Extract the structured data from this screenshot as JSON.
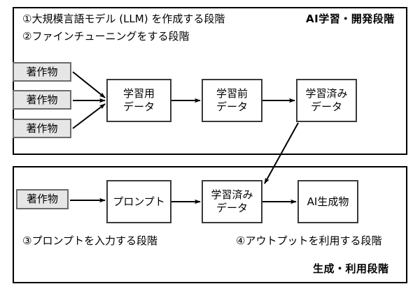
{
  "diagram": {
    "title_upper_phase": "AI学習・開発段階",
    "title_lower_phase": "生成・利用段階",
    "upper_section": {
      "steps": [
        "①大規模言語モデル (LLM) を作成する段階",
        "②ファインチューニングをする段階"
      ],
      "nodes": [
        {
          "id": "src-1",
          "label_lines": [
            "著作物"
          ],
          "style": "shaded"
        },
        {
          "id": "src-2",
          "label_lines": [
            "著作物"
          ],
          "style": "shaded"
        },
        {
          "id": "src-3",
          "label_lines": [
            "著作物"
          ],
          "style": "shaded"
        },
        {
          "id": "training-data",
          "label_lines": [
            "学習用",
            "データ"
          ],
          "style": "plain"
        },
        {
          "id": "pretrain-data",
          "label_lines": [
            "学習前",
            "データ"
          ],
          "style": "plain"
        },
        {
          "id": "trained-data-1",
          "label_lines": [
            "学習済み",
            "データ"
          ],
          "style": "plain"
        }
      ]
    },
    "lower_section": {
      "steps": [
        "③プロンプトを入力する段階",
        "④アウトプットを利用する段階"
      ],
      "nodes": [
        {
          "id": "src-4",
          "label_lines": [
            "著作物"
          ],
          "style": "shaded"
        },
        {
          "id": "prompt",
          "label_lines": [
            "プロンプト"
          ],
          "style": "plain"
        },
        {
          "id": "trained-data-2",
          "label_lines": [
            "学習済み",
            "データ"
          ],
          "style": "plain"
        },
        {
          "id": "ai-output",
          "label_lines": [
            "AI生成物"
          ],
          "style": "plain"
        }
      ]
    },
    "edges": [
      {
        "from": "src-1",
        "to": "training-data"
      },
      {
        "from": "src-2",
        "to": "training-data"
      },
      {
        "from": "src-3",
        "to": "training-data"
      },
      {
        "from": "training-data",
        "to": "pretrain-data"
      },
      {
        "from": "pretrain-data",
        "to": "trained-data-1"
      },
      {
        "from": "trained-data-1",
        "to": "trained-data-2"
      },
      {
        "from": "src-4",
        "to": "prompt"
      },
      {
        "from": "prompt",
        "to": "trained-data-2"
      },
      {
        "from": "trained-data-2",
        "to": "ai-output"
      }
    ],
    "colors": {
      "frame_border": "#000000",
      "box_border": "#555555",
      "shaded_fill": "#e6e6e6",
      "background": "#ffffff",
      "arrow": "#000000"
    }
  }
}
